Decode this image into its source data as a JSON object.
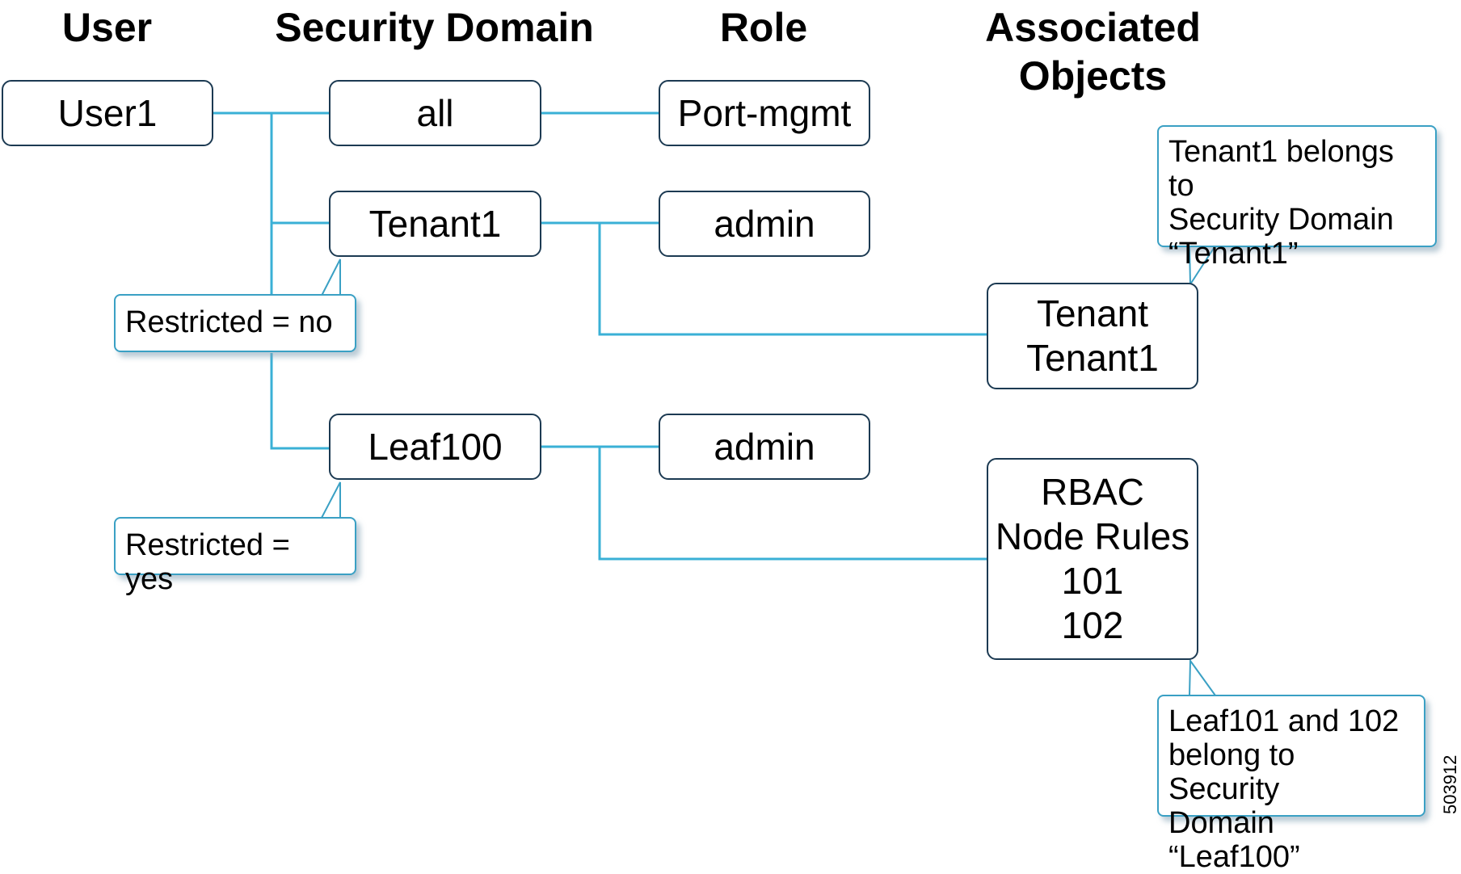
{
  "headers": {
    "user": "User",
    "security_domain": "Security Domain",
    "role": "Role",
    "associated_objects_line1": "Associated",
    "associated_objects_line2": "Objects"
  },
  "user": {
    "label": "User1"
  },
  "domains": [
    {
      "label": "all"
    },
    {
      "label": "Tenant1"
    },
    {
      "label": "Leaf100"
    }
  ],
  "roles": [
    {
      "label": "Port-mgmt"
    },
    {
      "label": "admin"
    },
    {
      "label": "admin"
    }
  ],
  "objects": {
    "tenant": {
      "line1": "Tenant",
      "line2": "Tenant1"
    },
    "rbac": {
      "line1": "RBAC",
      "line2": "Node Rules",
      "line3": "101",
      "line4": "102"
    }
  },
  "callouts": {
    "restricted_no": "Restricted = no",
    "restricted_yes": "Restricted = yes",
    "tenant_note": {
      "line1": "Tenant1 belongs to",
      "line2": "Security Domain",
      "line3": "“Tenant1”"
    },
    "leaf_note": {
      "line1": "Leaf101 and 102",
      "line2": "belong to Security",
      "line3": "Domain “Leaf100”"
    }
  },
  "figure_code": "503912",
  "colors": {
    "connector": "#3ab0d6",
    "box_border": "#1c3a52",
    "callout_border": "#3aa0c4"
  }
}
